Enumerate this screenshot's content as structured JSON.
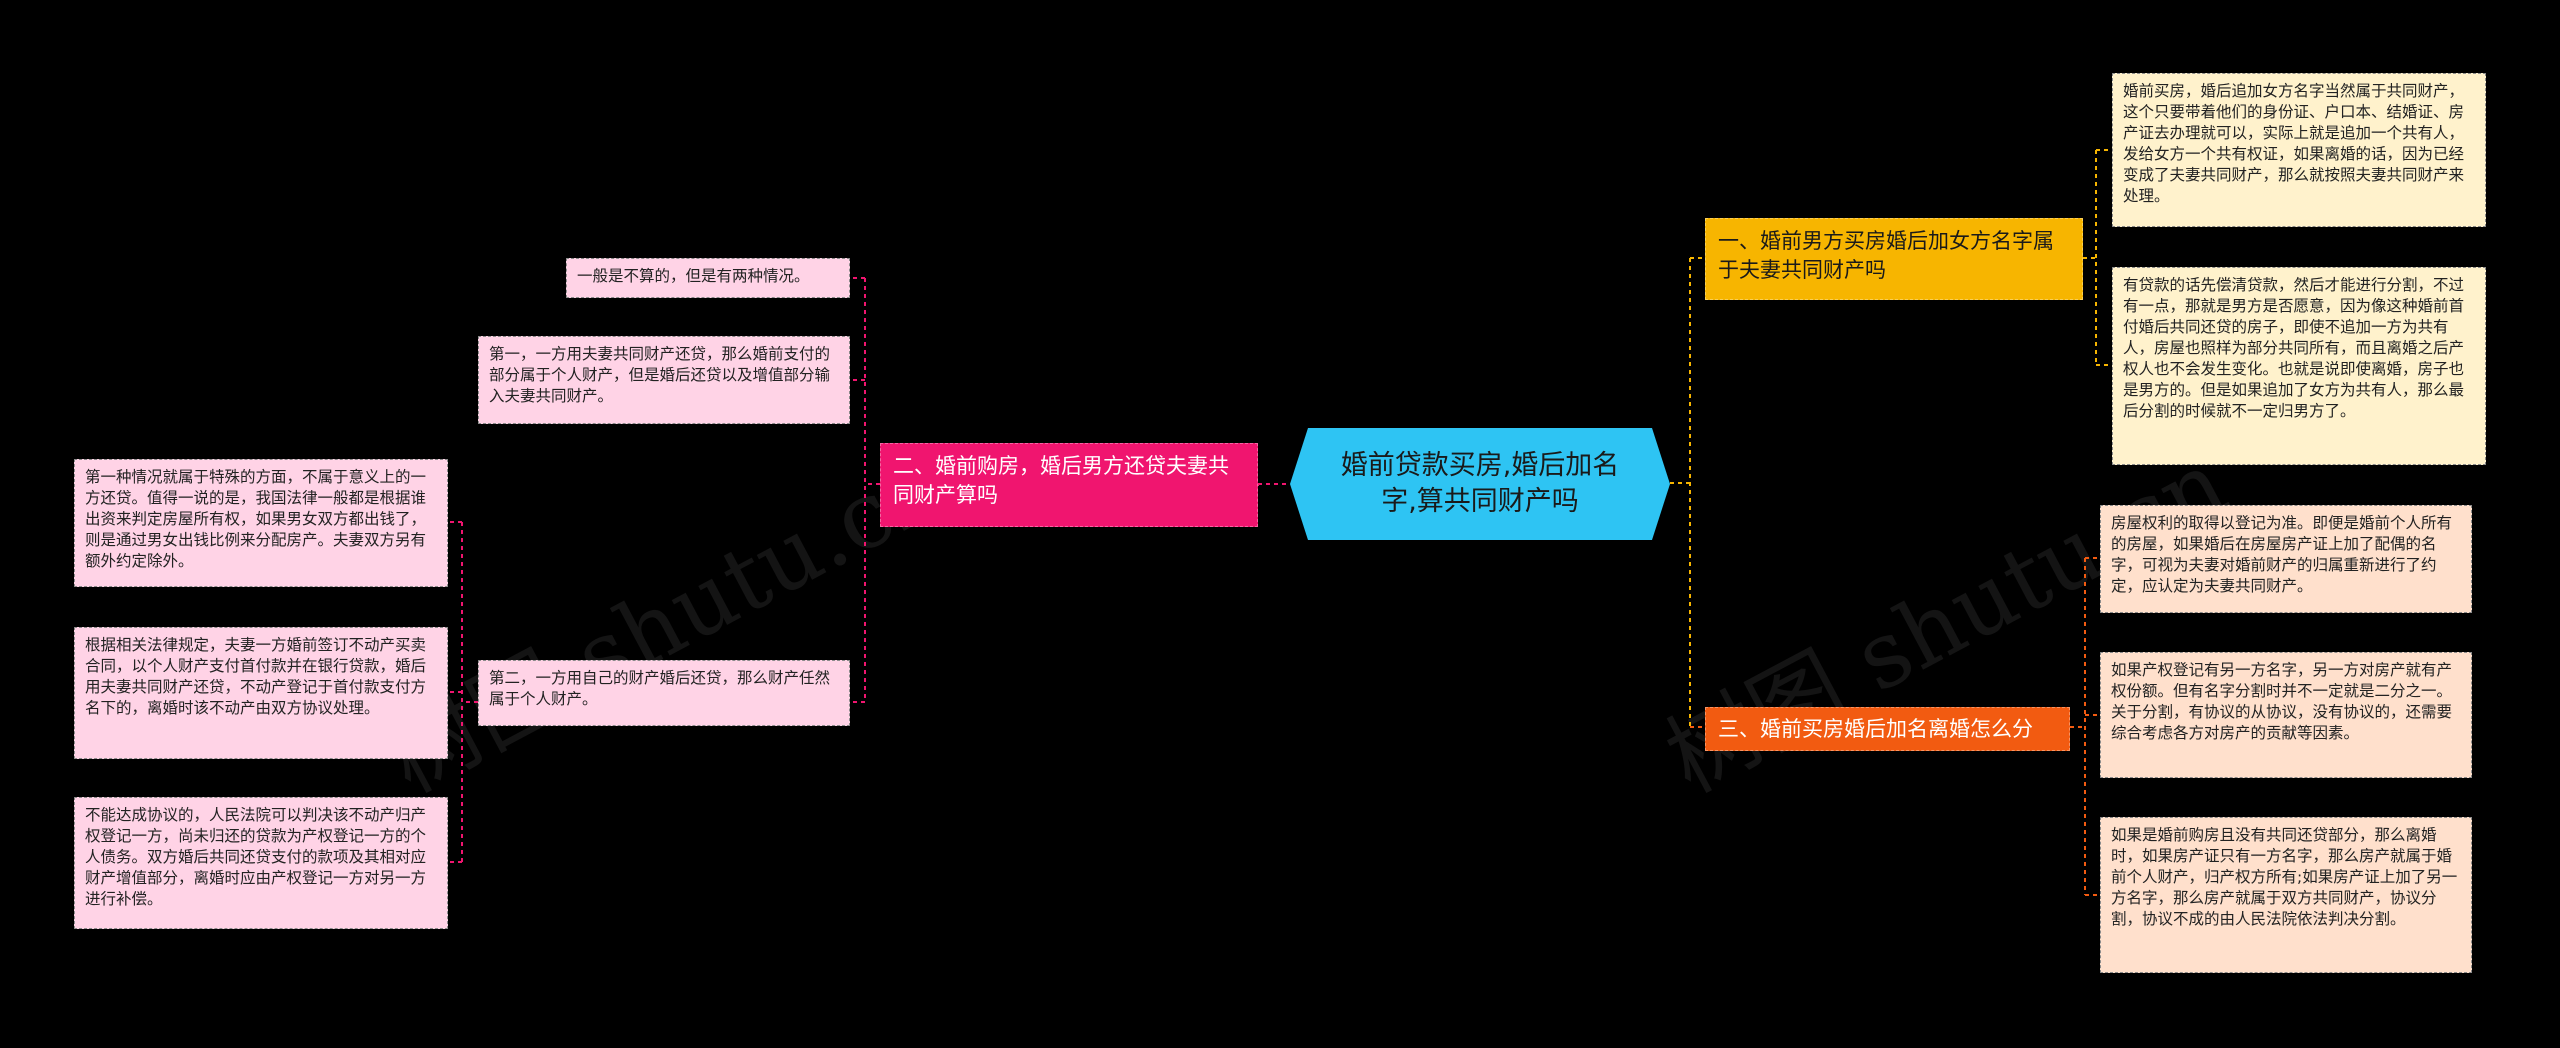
{
  "watermark": "树图 shutu.cn",
  "colors": {
    "background": "#000000",
    "center": "#2ec4f3",
    "branch1": "#f7b500",
    "branch2": "#f0156f",
    "branch3": "#f25b11",
    "leaf_left": "#ffd3e6",
    "leaf_right_top": "#fff2cc",
    "leaf_right_bottom": "#ffe0cc",
    "connector_left": "#f0156f",
    "connector_right_top": "#f7b500",
    "connector_right_bottom": "#f25b11"
  },
  "center": {
    "title": "婚前贷款买房,婚后加名字,算共同财产吗"
  },
  "branch1": {
    "label": "一、婚前男方买房婚后加女方名字属于夫妻共同财产吗",
    "leaves": [
      "婚前买房，婚后追加女方名字当然属于共同财产，这个只要带着他们的身份证、户口本、结婚证、房产证去办理就可以，实际上就是追加一个共有人，发给女方一个共有权证，如果离婚的话，因为已经变成了夫妻共同财产，那么就按照夫妻共同财产来处理。",
      "有贷款的话先偿清贷款，然后才能进行分割，不过有一点，那就是男方是否愿意，因为像这种婚前首付婚后共同还贷的房子，即使不追加一方为共有人，房屋也照样为部分共同所有，而且离婚之后产权人也不会发生变化。也就是说即使离婚，房子也是男方的。但是如果追加了女方为共有人，那么最后分割的时候就不一定归男方了。"
    ]
  },
  "branch2": {
    "label": "二、婚前购房，婚后男方还贷夫妻共同财产算吗",
    "leaves": [
      "一般是不算的，但是有两种情况。",
      "第一，一方用夫妻共同财产还贷，那么婚前支付的部分属于个人财产，但是婚后还贷以及增值部分输入夫妻共同财产。",
      "第二，一方用自己的财产婚后还贷，那么财产任然属于个人财产。"
    ],
    "sub_leaves": [
      "第一种情况就属于特殊的方面，不属于意义上的一方还贷。值得一说的是，我国法律一般都是根据谁出资来判定房屋所有权，如果男女双方都出钱了，则是通过男女出钱比例来分配房产。夫妻双方另有额外约定除外。",
      "根据相关法律规定，夫妻一方婚前签订不动产买卖合同，以个人财产支付首付款并在银行贷款，婚后用夫妻共同财产还贷，不动产登记于首付款支付方名下的，离婚时该不动产由双方协议处理。",
      "不能达成协议的，人民法院可以判决该不动产归产权登记一方，尚未归还的贷款为产权登记一方的个人债务。双方婚后共同还贷支付的款项及其相对应财产增值部分，离婚时应由产权登记一方对另一方进行补偿。"
    ]
  },
  "branch3": {
    "label": "三、婚前买房婚后加名离婚怎么分",
    "leaves": [
      "房屋权利的取得以登记为准。即便是婚前个人所有的房屋，如果婚后在房屋房产证上加了配偶的名字，可视为夫妻对婚前财产的归属重新进行了约定，应认定为夫妻共同财产。",
      "如果产权登记有另一方名字，另一方对房产就有产权份额。但有名字分割时并不一定就是二分之一。关于分割，有协议的从协议，没有协议的，还需要综合考虑各方对房产的贡献等因素。",
      "如果是婚前购房且没有共同还贷部分，那么离婚时，如果房产证只有一方名字，那么房产就属于婚前个人财产，归产权方所有;如果房产证上加了另一方名字，那么房产就属于双方共同财产，协议分割，协议不成的由人民法院依法判决分割。"
    ]
  }
}
